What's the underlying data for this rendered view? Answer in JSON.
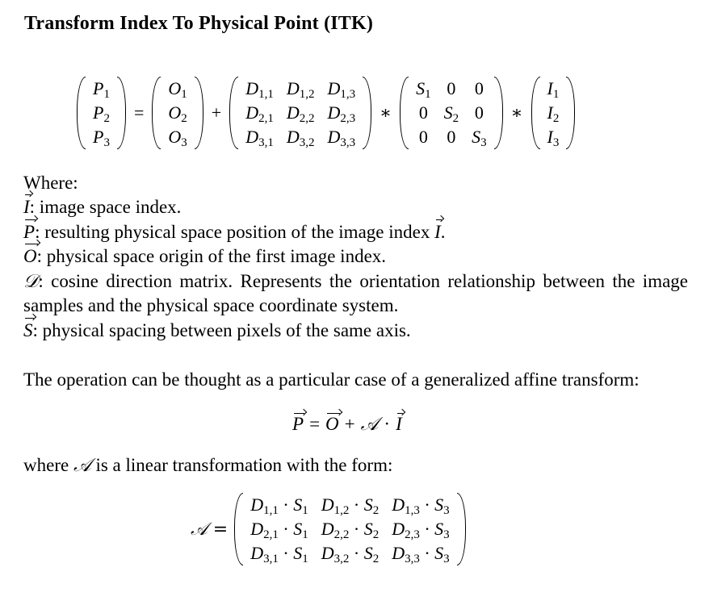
{
  "title": "Transform Index To Physical Point (ITK)",
  "main_equation": {
    "P": [
      "P",
      "P",
      "P"
    ],
    "O": [
      "O",
      "O",
      "O"
    ],
    "index_subs": [
      "1",
      "2",
      "3"
    ],
    "D": [
      [
        "1,1",
        "1,2",
        "1,3"
      ],
      [
        "2,1",
        "2,2",
        "2,3"
      ],
      [
        "3,1",
        "3,2",
        "3,3"
      ]
    ],
    "S": [
      [
        "S",
        "1"
      ],
      [
        "0",
        ""
      ],
      [
        "0",
        ""
      ],
      [
        "0",
        ""
      ],
      [
        "S",
        "2"
      ],
      [
        "0",
        ""
      ],
      [
        "0",
        ""
      ],
      [
        "0",
        ""
      ],
      [
        "S",
        "3"
      ]
    ],
    "I": [
      "I",
      "I",
      "I"
    ],
    "equals": "=",
    "plus": "+",
    "times": "∗"
  },
  "where_label": "Where:",
  "definitions": [
    {
      "symbol": "I",
      "text": ": image space index."
    },
    {
      "symbol": "P",
      "text": ": resulting physical space position of the image index ",
      "tail_symbol": "I",
      "tail": "."
    },
    {
      "symbol": "O",
      "text": ": physical space origin of the first image index."
    },
    {
      "symbol": "𝒟",
      "text": ": cosine direction matrix. Represents the orientation relationship between the image samples and the physical space coordinate system."
    },
    {
      "symbol": "S",
      "text": ": physical spacing between pixels of the same axis."
    }
  ],
  "operation_text": "The operation can be thought as a particular case of a generalized affine transform:",
  "affine_equation": {
    "lhs": "P",
    "eq": "=",
    "o": "O",
    "plus": "+",
    "a": "𝒜",
    "dot": "·",
    "i": "I"
  },
  "where_a_prefix": "where ",
  "where_a_symbol": "𝒜",
  "where_a_suffix": " is a linear transformation with the form:",
  "a_matrix": {
    "lhs": "𝒜 =",
    "rows": [
      [
        [
          "1,1",
          "1"
        ],
        [
          "1,2",
          "2"
        ],
        [
          "1,3",
          "3"
        ]
      ],
      [
        [
          "2,1",
          "1"
        ],
        [
          "2,2",
          "2"
        ],
        [
          "2,3",
          "3"
        ]
      ],
      [
        [
          "3,1",
          "1"
        ],
        [
          "3,2",
          "2"
        ],
        [
          "3,3",
          "3"
        ]
      ]
    ],
    "d": "D",
    "s": "S",
    "dot": "·"
  }
}
